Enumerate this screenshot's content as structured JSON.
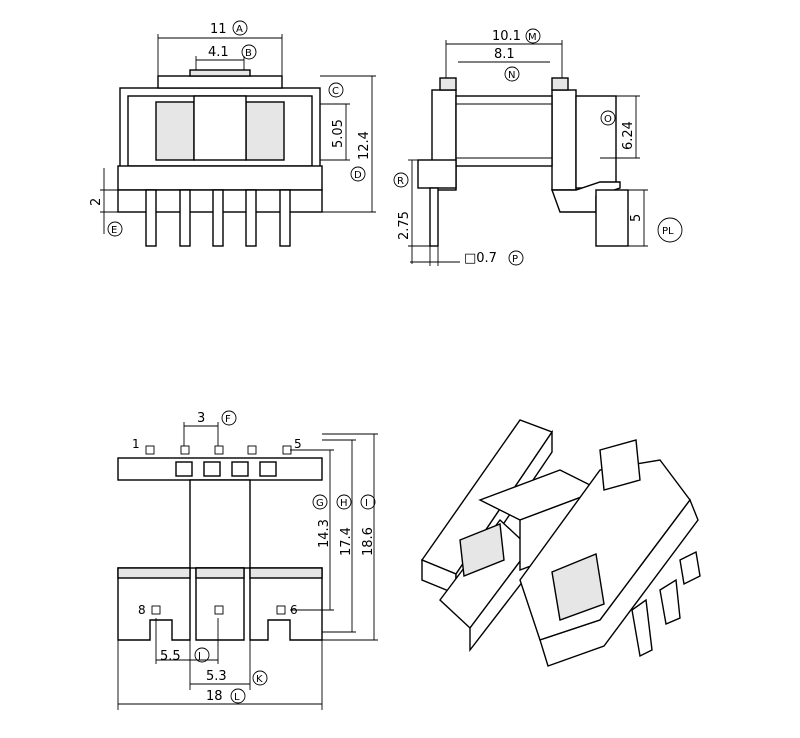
{
  "dimensions": {
    "a": "11",
    "b": "4.1",
    "c_label": "C",
    "d": "12.4",
    "e": "2",
    "c": "5.05",
    "m": "10.1",
    "n": "8.1",
    "o": "6.24",
    "pl": "5",
    "r": "2.75",
    "p": "□0.7",
    "f": "3",
    "g": "14.3",
    "h": "17.4",
    "i": "18.6",
    "j": "5.5",
    "k": "5.3",
    "l": "18"
  },
  "labels": {
    "A": "A",
    "B": "B",
    "C": "C",
    "D": "D",
    "E": "E",
    "F": "F",
    "G": "G",
    "H": "H",
    "I": "I",
    "J": "J",
    "K": "K",
    "L": "L",
    "M": "M",
    "N": "N",
    "O": "O",
    "P": "P",
    "PL": "PL",
    "R": "R"
  },
  "pins": {
    "p1": "1",
    "p5": "5",
    "p8": "8",
    "p6": "6"
  }
}
